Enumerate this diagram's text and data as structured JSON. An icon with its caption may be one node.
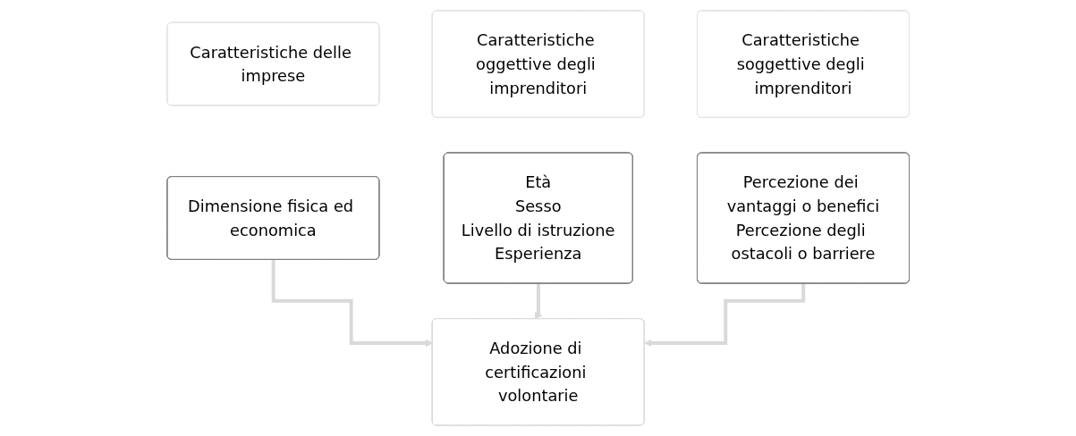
{
  "diagram": {
    "nodes": [
      {
        "text": [
          "Caratteristiche delle imprese"
        ]
      },
      {
        "text": [
          "Caratteristiche oggettive degli imprenditori"
        ]
      },
      {
        "text": [
          "Caratteristiche soggettive degli imprenditori"
        ]
      },
      {
        "text": [
          "Dimensione fisica ed economica"
        ]
      },
      {
        "text": [
          "Età",
          "Sesso",
          "Livello di istruzione",
          "Esperienza"
        ]
      },
      {
        "text": [
          "Percezione dei vantaggi o benefici",
          "Percezione degli ostacoli o barriere"
        ]
      },
      {
        "text": [
          "Adozione di certificazioni volontarie"
        ]
      }
    ],
    "edges": [
      {
        "from": 3,
        "to": 6,
        "arrow": "to"
      },
      {
        "from": 4,
        "to": 6,
        "arrow": "to"
      },
      {
        "from": 5,
        "to": 6,
        "arrow": "to"
      }
    ]
  }
}
